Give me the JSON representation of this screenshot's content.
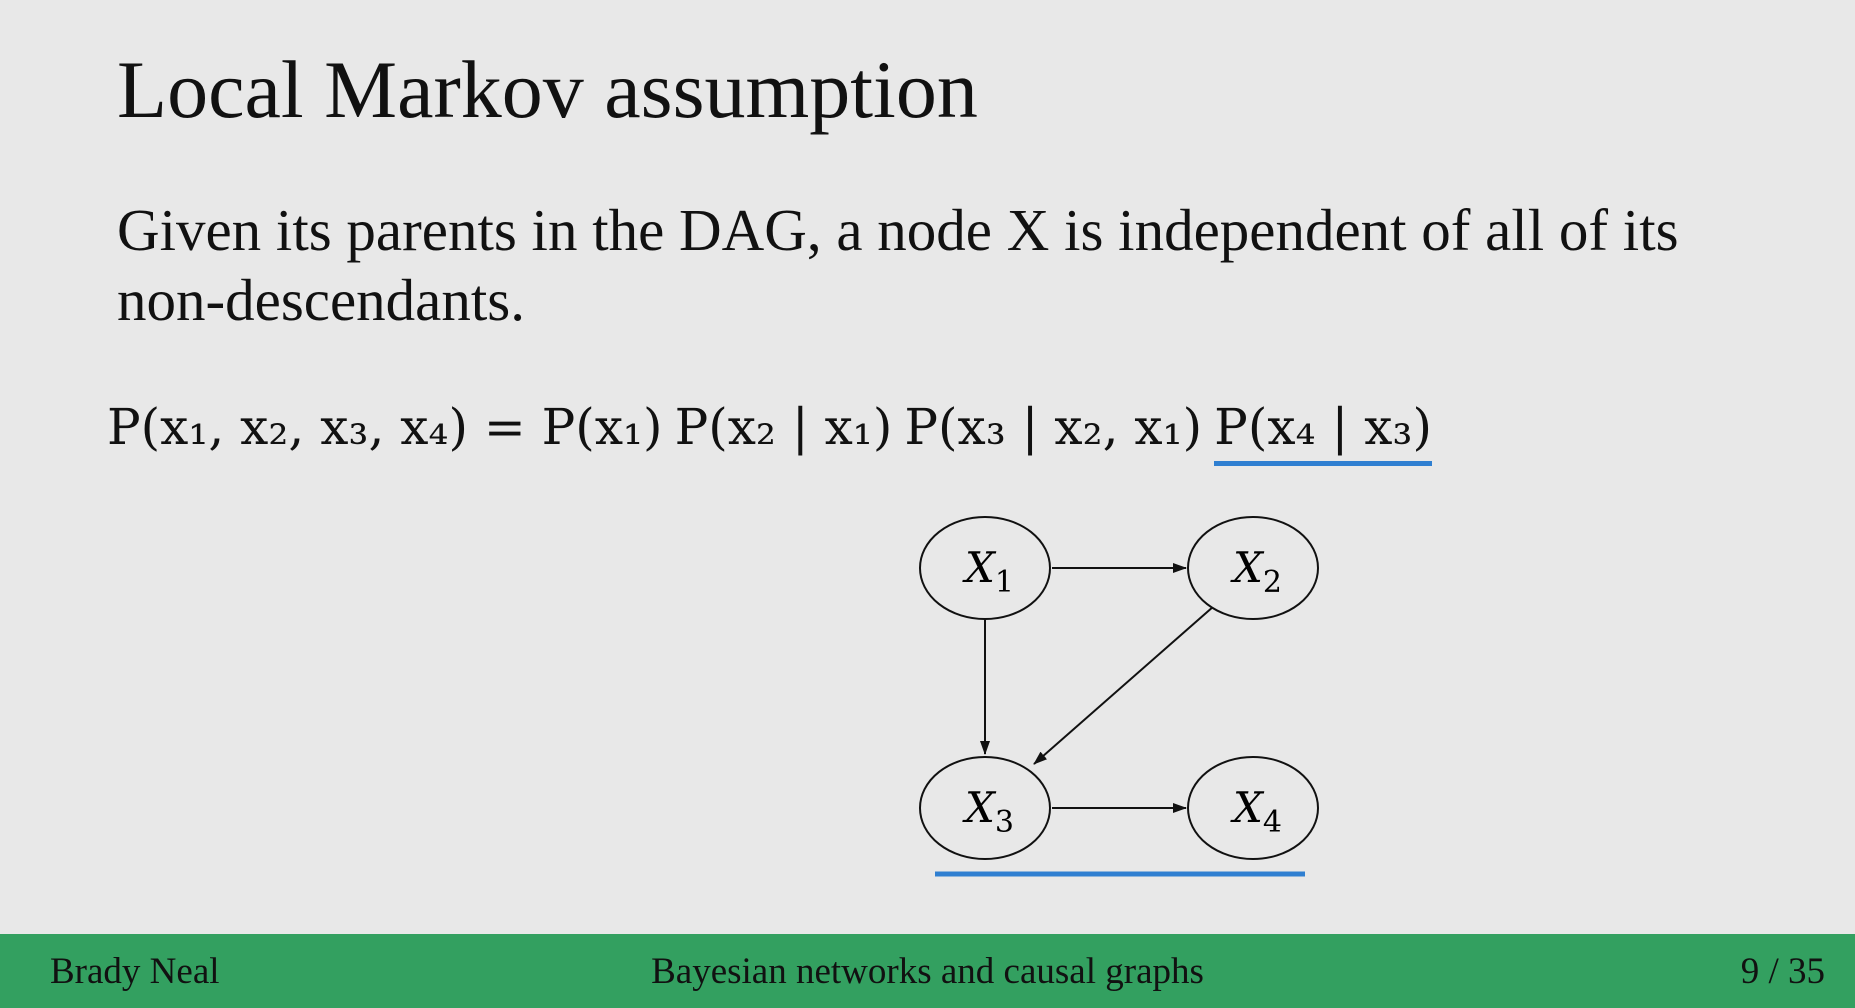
{
  "slide": {
    "title": "Local Markov assumption",
    "body": "Given its parents in the DAG, a node X is independent of all of its non-descendants.",
    "equation": {
      "segments": [
        {
          "text": "P(x₁, x₂, x₃, x₄) = P(x₁)",
          "highlighted": false
        },
        {
          "text": "P(x₂ | x₁)",
          "highlighted": false
        },
        {
          "text": "P(x₃ | x₂, x₁)",
          "highlighted": false
        },
        {
          "text": "P(x₄ | x₃)",
          "highlighted": true
        }
      ]
    },
    "highlight_color": "#2f7fd1"
  },
  "dag": {
    "nodes": [
      {
        "id": "X1",
        "label": "X",
        "sub": "1"
      },
      {
        "id": "X2",
        "label": "X",
        "sub": "2"
      },
      {
        "id": "X3",
        "label": "X",
        "sub": "3"
      },
      {
        "id": "X4",
        "label": "X",
        "sub": "4"
      }
    ],
    "edges": [
      {
        "from": "X1",
        "to": "X2"
      },
      {
        "from": "X1",
        "to": "X3"
      },
      {
        "from": "X2",
        "to": "X3"
      },
      {
        "from": "X3",
        "to": "X4"
      }
    ],
    "highlighted_nodes": [
      "X3",
      "X4"
    ]
  },
  "footer": {
    "author": "Brady Neal",
    "talk_title": "Bayesian networks and causal graphs",
    "page": "9 / 35",
    "color": "#33a060"
  }
}
